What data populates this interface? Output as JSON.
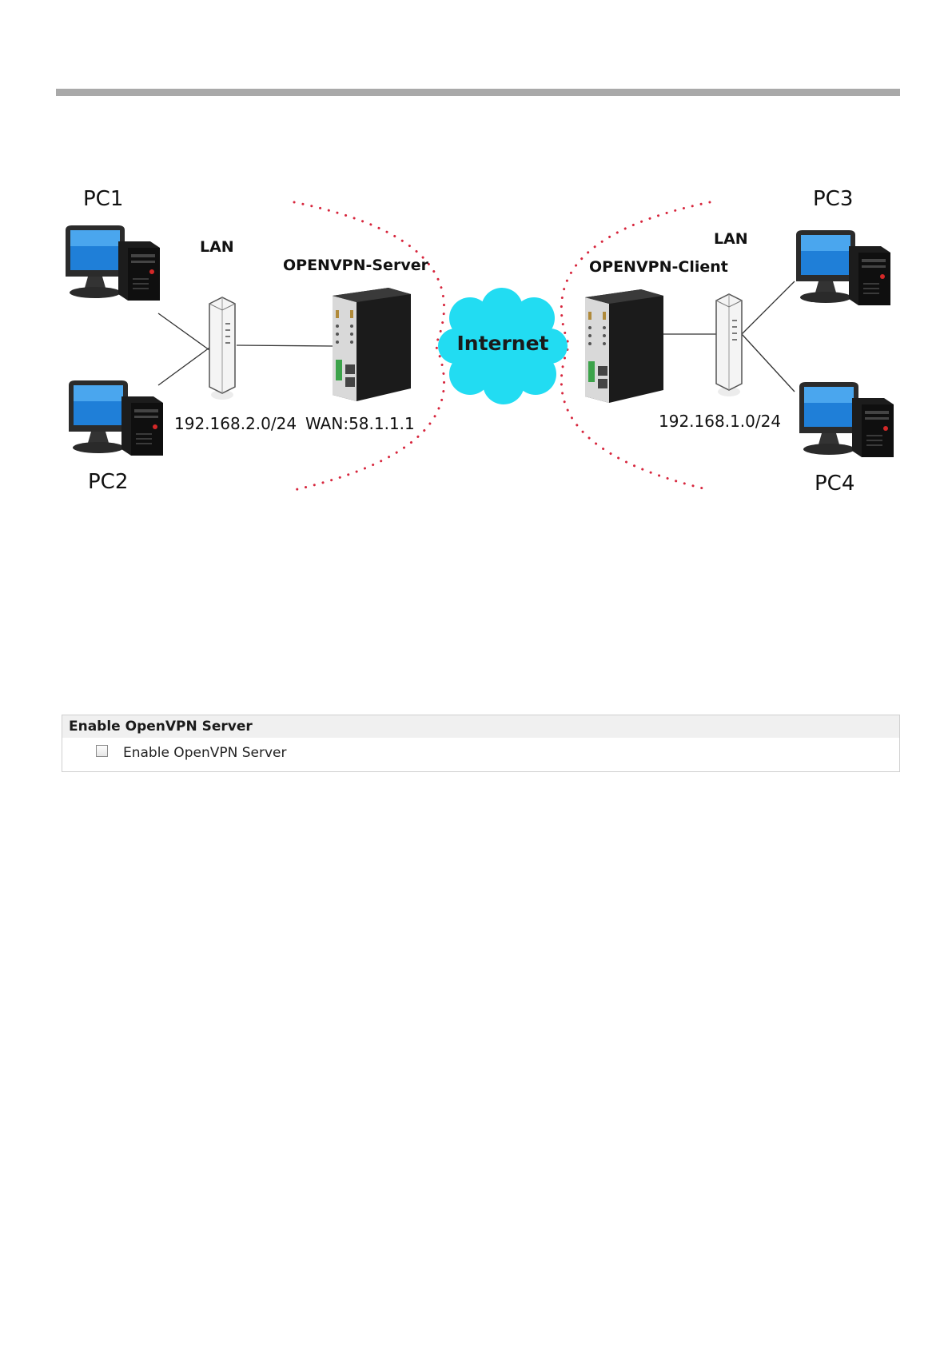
{
  "diagram": {
    "left": {
      "pc_top": "PC1",
      "pc_bottom": "PC2",
      "lan_label": "LAN",
      "router_label": "OPENVPN-Server",
      "subnet": "192.168.2.0/24",
      "wan": "WAN:58.1.1.1"
    },
    "internet_label": "Internet",
    "right": {
      "pc_top": "PC3",
      "pc_bottom": "PC4",
      "lan_label": "LAN",
      "router_label": "OPENVPN-Client",
      "subnet": "192.168.1.0/24"
    },
    "colors": {
      "cloud": "#22dcf2",
      "dotted_arc": "#d7263d",
      "rule": "#a9a9a9",
      "screen": "#1f7fd8"
    }
  },
  "panel": {
    "title": "Enable OpenVPN Server",
    "checkbox_label": "Enable OpenVPN Server",
    "checked": false
  }
}
